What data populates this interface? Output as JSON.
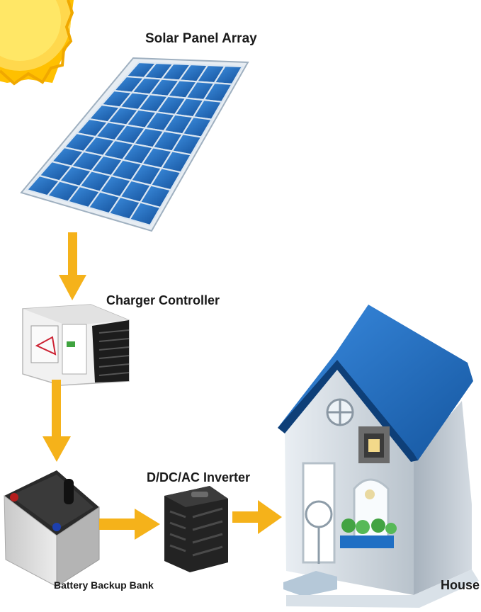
{
  "labels": {
    "solar_panel_array": "Solar Panel Array",
    "charger_controller": "Charger Controller",
    "inverter": "D/DC/AC Inverter",
    "battery_backup_bank": "Battery Backup Bank",
    "house": "House"
  },
  "icons": {
    "sun": "sun-icon",
    "solar_panel": "solar-panel-icon",
    "charge_controller": "charge-controller-icon",
    "battery": "battery-icon",
    "inverter": "inverter-icon",
    "house": "house-icon"
  },
  "colors": {
    "arrow": "#f5b21a",
    "sun": "#ffd200",
    "panel_cell": "#1f6fc4",
    "roof": "#1f6fc4",
    "battery_case": "#d9d9d9",
    "inverter_case": "#2a2a2a"
  }
}
